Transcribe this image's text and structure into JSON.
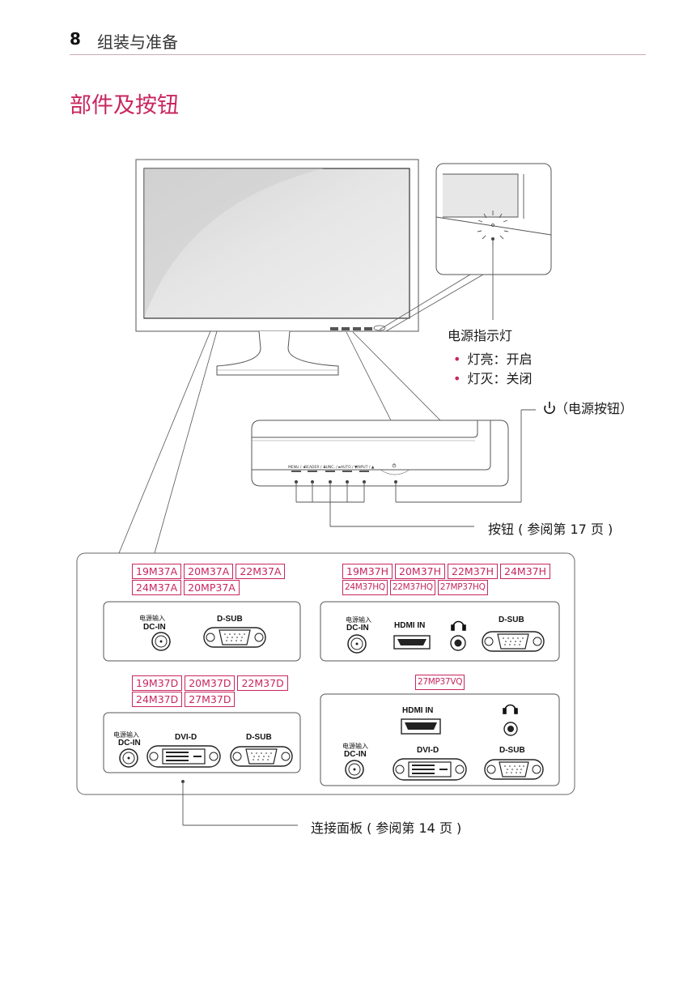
{
  "header": {
    "page_number": "8",
    "section": "组装与准备"
  },
  "heading": "部件及按钮",
  "callouts": {
    "power_led": "电源指示灯",
    "led_on": "灯亮：开启",
    "led_off": "灯灭：关闭",
    "power_button": "（电源按钮）",
    "buttons": "按钮 ( 参阅第 17 页 )",
    "connection_panel": "连接面板 ( 参阅第 14 页 )"
  },
  "button_labels": [
    "MENU / ◄",
    "READER / ◄",
    "FUNC. / ►",
    "AUTO / ▼",
    "INPUT / ▲"
  ],
  "models": {
    "group_a": [
      "19M37A",
      "20M37A",
      "22M37A",
      "24M37A",
      "20MP37A"
    ],
    "group_h": [
      "19M37H",
      "20M37H",
      "22M37H",
      "24M37H",
      "24M37HQ",
      "22M37HQ",
      "27MP37HQ"
    ],
    "group_d": [
      "19M37D",
      "20M37D",
      "22M37D",
      "24M37D",
      "27M37D"
    ],
    "group_vq": [
      "27MP37VQ"
    ]
  },
  "ports": {
    "dc_in_cn": "电源输入",
    "dc_in": "DC-IN",
    "dsub": "D-SUB",
    "hdmi": "HDMI IN",
    "dvi": "DVI-D"
  }
}
